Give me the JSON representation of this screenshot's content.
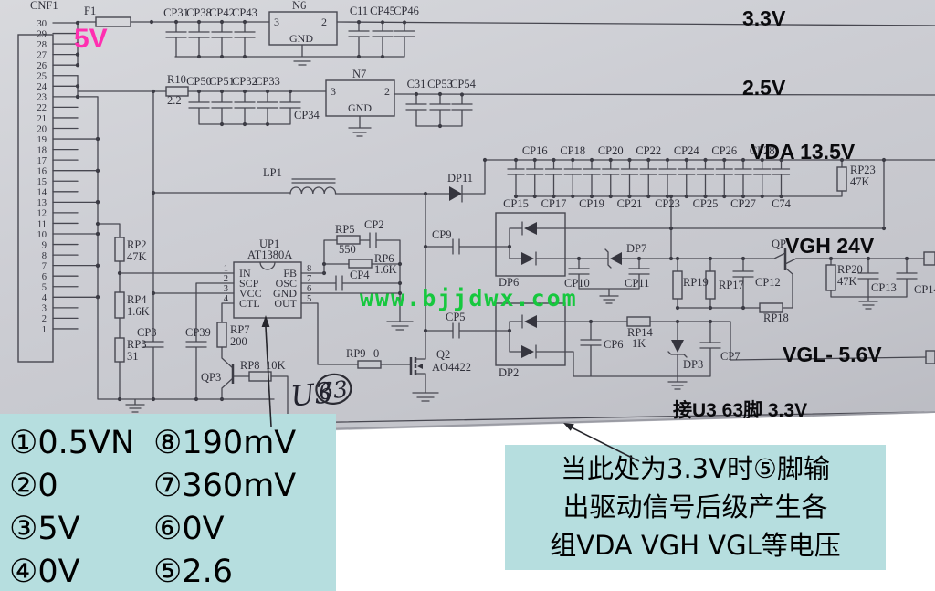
{
  "colors": {
    "annotation_bg": "#b6dedf",
    "accent_pink": "#ff2fb0",
    "watermark_green": "#16c83e",
    "photo_bg": "#c9cad0"
  },
  "rails": {
    "v5": "5V",
    "v33": "3.3V",
    "v25": "2.5V",
    "vda": "VDA 13.5V",
    "vgh": "VGH 24V",
    "vgl": "VGL- 5.6V",
    "u3_note": "接U3 63脚 3.3V"
  },
  "watermark": "www.bjjdwx.com",
  "handwriting": {
    "u3": "U3",
    "pin": "63"
  },
  "connector": {
    "name": "CNF1",
    "pins": [
      "30",
      "29",
      "28",
      "27",
      "26",
      "25",
      "24",
      "23",
      "22",
      "21",
      "20",
      "19",
      "18",
      "17",
      "16",
      "15",
      "14",
      "13",
      "12",
      "11",
      "10",
      "9",
      "8",
      "7",
      "6",
      "5",
      "4",
      "3",
      "2",
      "1"
    ]
  },
  "parts": {
    "f1": "F1",
    "n6": "N6",
    "n7": "N7",
    "gnd": "GND",
    "rpin3": "3",
    "rpin2": "2",
    "cp31": "CP31",
    "cp38": "CP38",
    "cp42": "CP42",
    "cp43": "CP43",
    "c11": "C11",
    "cp45": "CP45",
    "cp46": "CP46",
    "r10": "R10",
    "r10v": "2.2",
    "cp50": "CP50",
    "cp51": "CP51",
    "cp32": "CP32",
    "cp33": "CP33",
    "cp34": "CP34",
    "c31": "C31",
    "cp53": "CP53",
    "cp54": "CP54",
    "lp1": "LP1",
    "dp11": "DP11",
    "rp2": "RP2",
    "rp2v": "47K",
    "rp4": "RP4",
    "rp4v": "1.6K",
    "rp3": "RP3",
    "rp3v": "31",
    "cp3": "CP3",
    "cp39": "CP39",
    "up1": "UP1",
    "up1v": "AT1380A",
    "in": "IN",
    "scp": "SCP",
    "vcc": "VCC",
    "ctl": "CTL",
    "fb": "FB",
    "osc": "OSC",
    "out": "OUT",
    "num1": "1",
    "num2": "2",
    "num3": "3",
    "num4": "4",
    "num5": "5",
    "num6": "6",
    "num7": "7",
    "num8": "8",
    "rp7": "RP7",
    "rp7v": "200",
    "qp3": "QP3",
    "rp8": "RP8",
    "rp8v": "10K",
    "rp5": "RP5",
    "rp5v": "550",
    "cp2": "CP2",
    "rp6": "RP6",
    "rp6v": "1.6K",
    "cp4": "CP4",
    "rp9": "RP9",
    "rp9v": "0",
    "q2": "Q2",
    "q2v": "AO4422",
    "cp9": "CP9",
    "cp5": "CP5",
    "dp6": "DP6",
    "dp2": "DP2",
    "dp7": "DP7",
    "cp10": "CP10",
    "cp11": "CP11",
    "rp19": "RP19",
    "rp17": "RP17",
    "cp12": "CP12",
    "rp18": "RP18",
    "rp14": "RP14",
    "rp14v": "1K",
    "cp6": "CP6",
    "dp3": "DP3",
    "cp7": "CP7",
    "rp23": "RP23",
    "rp23v": "47K",
    "qp": "QP",
    "rp20": "RP20",
    "rp20v": "47K",
    "cp13": "CP13",
    "cp14": "CP14"
  },
  "cap_bank": {
    "top": [
      "CP16",
      "CP18",
      "CP20",
      "CP22",
      "CP24",
      "CP26",
      "CP28"
    ],
    "bottom": [
      "CP15",
      "CP17",
      "CP19",
      "CP21",
      "CP23",
      "CP25",
      "CP27",
      "C74"
    ]
  },
  "annotations": {
    "pin_voltages": [
      {
        "pin": "①",
        "value": "0.5VN"
      },
      {
        "pin": "⑧",
        "value": "190mV"
      },
      {
        "pin": "②",
        "value": "0"
      },
      {
        "pin": "⑦",
        "value": "360mV"
      },
      {
        "pin": "③",
        "value": "5V"
      },
      {
        "pin": "⑥",
        "value": "0V"
      },
      {
        "pin": "④",
        "value": "0V"
      },
      {
        "pin": "⑤",
        "value": "2.6"
      }
    ],
    "note_lines": [
      "当此处为3.3V时⑤脚输",
      "出驱动信号后级产生各",
      "组VDA VGH VGL等电压"
    ]
  }
}
